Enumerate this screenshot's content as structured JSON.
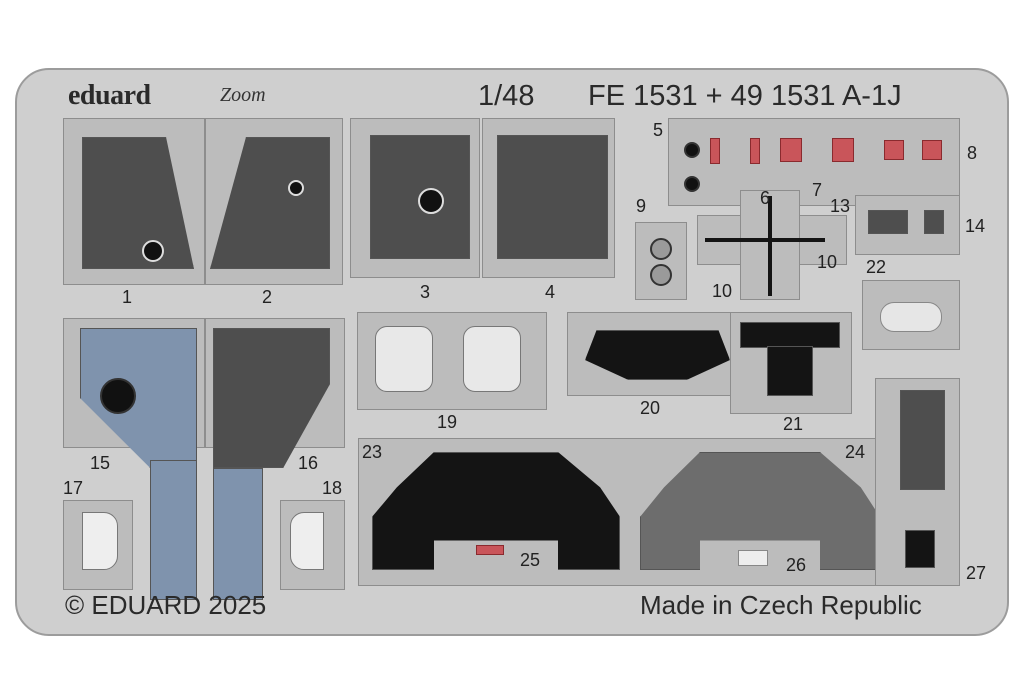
{
  "header": {
    "brand": "eduard",
    "logo_script": "Zoom",
    "scale": "1/48",
    "product": "FE 1531 + 49 1531 A-1J"
  },
  "footer": {
    "copyright": "© EDUARD 2025",
    "origin": "Made in Czech Republic"
  },
  "part_numbers": [
    "1",
    "2",
    "3",
    "4",
    "5",
    "6",
    "7",
    "8",
    "9",
    "10",
    "10",
    "13",
    "14",
    "22",
    "15",
    "16",
    "17",
    "18",
    "19",
    "20",
    "21",
    "23",
    "24",
    "25",
    "26",
    "27"
  ],
  "colors": {
    "fret": "#cfcfcf",
    "panel_dark": "#4e4e4e",
    "panel_black": "#141414",
    "panel_blue": "#7f93ad",
    "accent_red": "#c9555a"
  }
}
